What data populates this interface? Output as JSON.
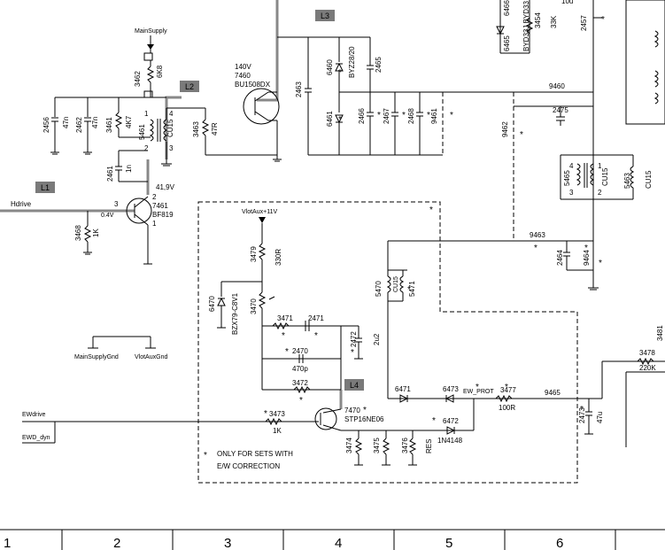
{
  "tags": {
    "l1": "L1",
    "l2": "L2",
    "l3": "L3",
    "l4": "L4"
  },
  "nets": {
    "main_supply": "MainSupply",
    "hdrive": "Hdrive",
    "vlot_aux": "VlotAux+11V",
    "main_supply_gnd": "MainSupplyGnd",
    "vlot_aux_gnd": "VlotAuxGnd",
    "ewdrive": "EWdrive",
    "ewd_dyn": "EWD_dyn",
    "ew_prot": "EW_PROT"
  },
  "voltages": {
    "v419": "41,9V",
    "v04": "0.4V",
    "v140": "140V"
  },
  "components": {
    "r3462": "3462",
    "r3462v": "6K8",
    "c2456": "2456",
    "c2456v": "47n",
    "c2462": "2462",
    "c2462v": "47n",
    "r3461": "3461",
    "r3461v": "4K7",
    "t5461": "5461",
    "t5461b": "CU15",
    "c2461": "2461",
    "c2461v": "1n",
    "r3463": "3463",
    "r3463v": "47R",
    "q7461": "7461",
    "q7461t": "BF819",
    "r3468": "3468",
    "r3468v": "1K",
    "q7460": "7460",
    "q7460t": "BU1508DX",
    "c2463": "2463",
    "d6460": "6460",
    "d6460t": "BYZ28/20",
    "c2465": "2465",
    "d6461": "6461",
    "c2466": "2466",
    "c2467": "2467",
    "c2468": "2468",
    "c9461": "9461",
    "n9460": "9460",
    "c2475": "2475",
    "n9462": "9462",
    "t5465": "5465",
    "t5465b": "CU15",
    "l5463": "5463",
    "l5463b": "CU15",
    "n9463": "9463",
    "c2464": "2464",
    "n9464": "9464",
    "d6465": "6465",
    "d6466": "6466",
    "d_byd": "BYD33J BYD33",
    "r3454": "3454",
    "r3454v": "33K",
    "c2457": "2457",
    "c2457v": "10u",
    "r3479": "3479",
    "r3479v": "330R",
    "d6470": "6470",
    "d6470t": "BZX79-C8V1",
    "r3470": "3470",
    "r3471": "3471",
    "c2471": "2471",
    "c2472": "2472",
    "c2472v": "2u2",
    "c2470": "2470",
    "c2470v": "470p",
    "r3472": "3472",
    "r3473": "3473",
    "r3473v": "1K",
    "q7470": "7470",
    "q7470t": "STP16NE06",
    "r3474": "3474",
    "r3475": "3475",
    "r3476": "3476",
    "r3476v": "RES",
    "l5470": "5470",
    "l5470b": "CU15",
    "l5471": "5471",
    "d6471": "6471",
    "d6473": "6473",
    "d6472": "6472",
    "d6472t": "1N4148",
    "r3477": "3477",
    "r3477v": "100R",
    "n9465": "9465",
    "c2473": "2473",
    "c2473v": "47u",
    "r3478": "3478",
    "r3478v": "220K",
    "r3481": "3481"
  },
  "note": {
    "star": "*",
    "line1": "ONLY FOR SETS WITH",
    "line2": "E/W CORRECTION"
  },
  "pins": {
    "p1": "1",
    "p2": "2",
    "p3": "3",
    "p4": "4"
  },
  "grid": [
    "1",
    "2",
    "3",
    "4",
    "5",
    "6"
  ]
}
